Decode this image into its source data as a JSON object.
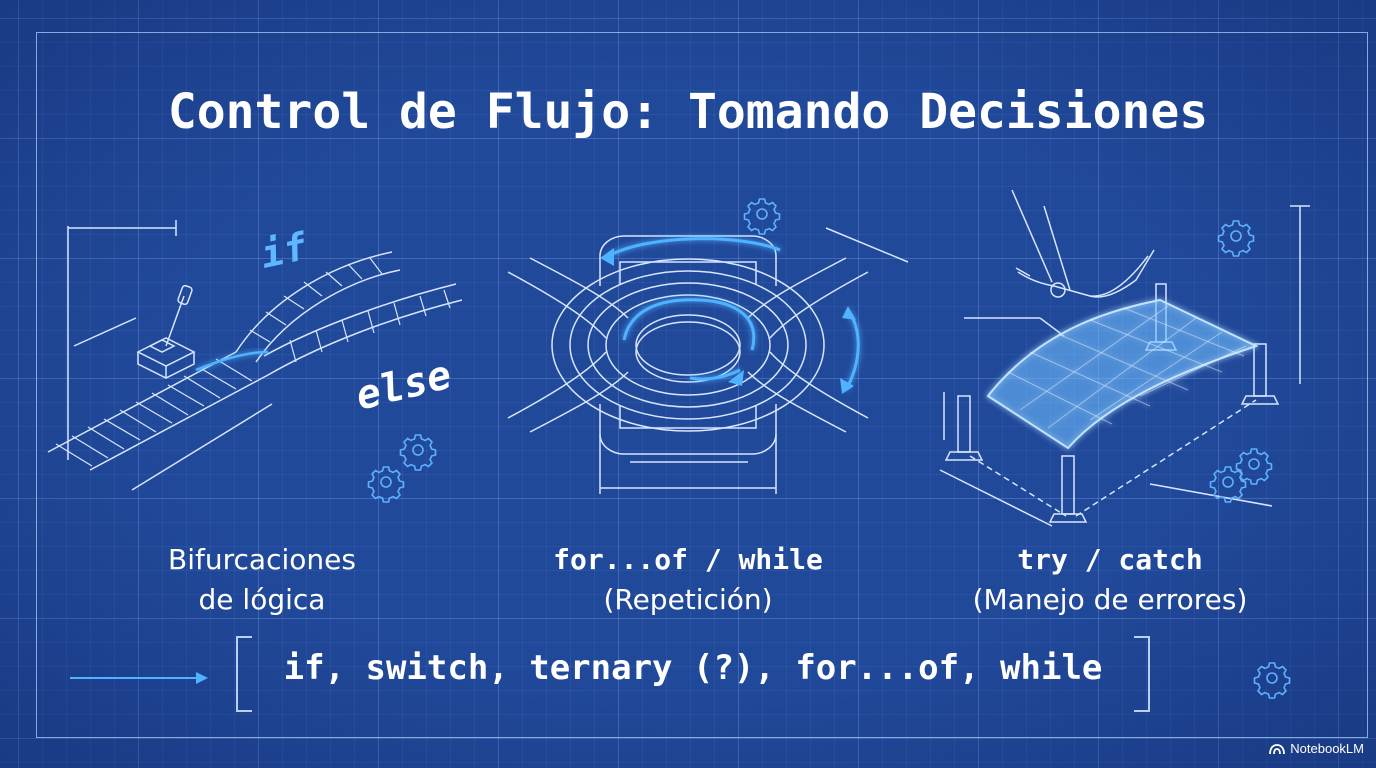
{
  "title": "Control de Flujo: Tomando Decisiones",
  "panels": [
    {
      "caption_lines": [
        "Bifurcaciones",
        "de lógica"
      ],
      "labels": [
        "if",
        "else"
      ]
    },
    {
      "caption_lines": [
        "for...of / while",
        "(Repetición)"
      ]
    },
    {
      "caption_lines": [
        "try / catch",
        "(Manejo de errores)"
      ]
    }
  ],
  "keywords": "if, switch, ternary (?), for...of, while",
  "watermark": "NotebookLM",
  "icons": [
    "gear-icon",
    "arrow-right-icon",
    "notebooklm-logo-icon"
  ],
  "colors": {
    "background": "#21499a",
    "line": "#cfe2ff",
    "accent": "#4fb3ff",
    "text": "#ffffff"
  }
}
